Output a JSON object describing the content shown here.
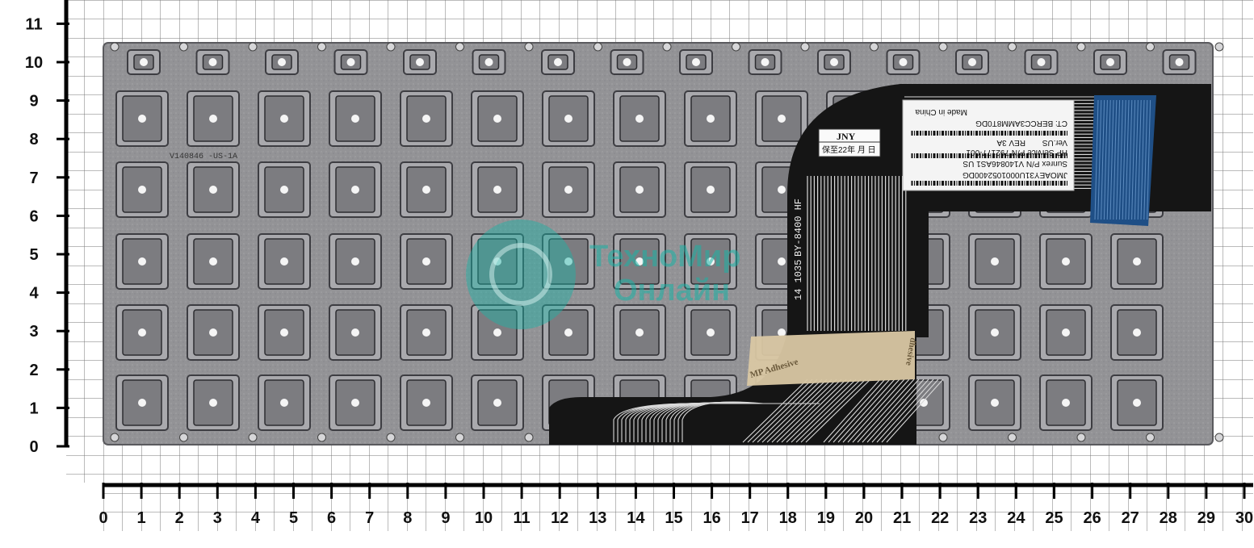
{
  "ruler": {
    "y_labels": [
      "0",
      "1",
      "2",
      "3",
      "4",
      "5",
      "6",
      "7",
      "8",
      "9",
      "10",
      "11"
    ],
    "x_labels": [
      "0",
      "1",
      "2",
      "3",
      "4",
      "5",
      "6",
      "7",
      "8",
      "9",
      "10",
      "11",
      "12",
      "13",
      "14",
      "15",
      "16",
      "17",
      "18",
      "19",
      "20",
      "21",
      "22",
      "23",
      "24",
      "25",
      "26",
      "27",
      "28",
      "29",
      "30"
    ]
  },
  "keyboard": {
    "plate_color": "#8f8f91",
    "cable_color": "#151515",
    "connector_color": "#1f4f86",
    "tape_color": "#d9c7a3",
    "plate_print": "V140846 -US-1A",
    "cable_print_1": "BY-8400 HF",
    "cable_print_2": "14 1035",
    "tape_print_1": "MP Adhesive",
    "tape_print_2": "dhesive"
  },
  "label_sticker": {
    "line_1": "JMOAEY31U0001052400DG",
    "line_2": "Sunrex P/N V140846AS1 US",
    "line_3": "HP Service P/N 792177-001",
    "line_4": "Ver.US",
    "line_5": "REV 3A",
    "line_6": "CT: BERCC3AMM8T0DG",
    "line_7": "Made in China"
  },
  "qc_sticker": {
    "brand": "JNY",
    "note": "保至22年  月  日"
  },
  "watermark": {
    "line_1": "ТехноМир",
    "line_2": "Онлайн",
    "color": "#1bb3a6"
  }
}
